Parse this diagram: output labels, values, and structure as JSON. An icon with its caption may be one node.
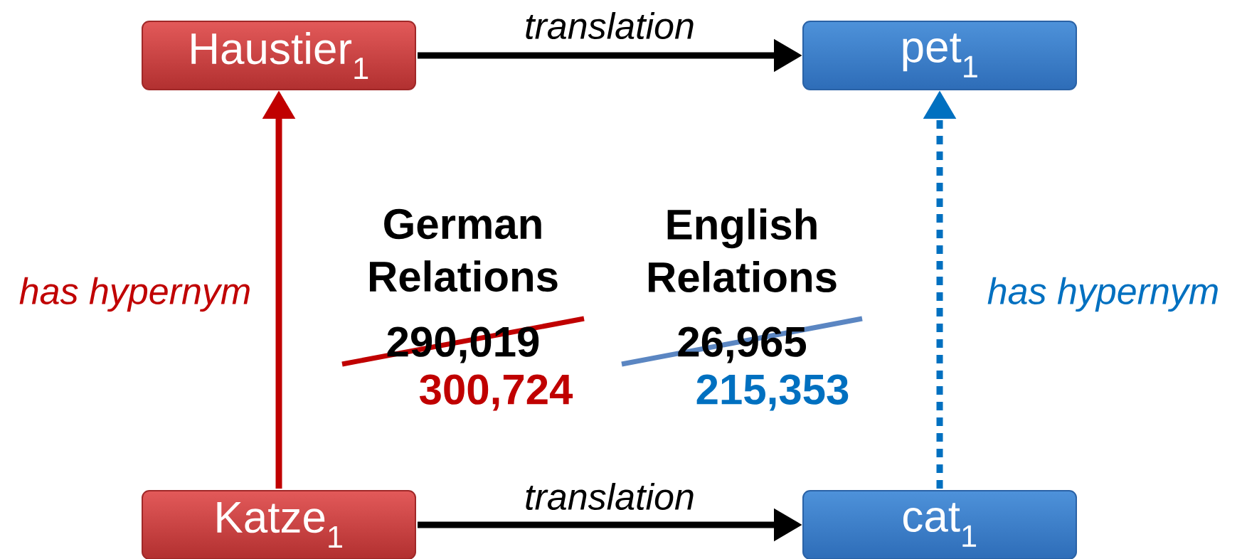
{
  "diagram": {
    "nodes": [
      {
        "text": [
          "Haustier$_{1}$"
        ]
      },
      {
        "text": [
          "pet$_{1}$"
        ]
      },
      {
        "text": [
          "Katze$_{1}$"
        ]
      },
      {
        "text": [
          "cat$_{1}$"
        ]
      }
    ],
    "edges": [
      {
        "from": 0,
        "to": 1,
        "arrow": "to",
        "label": "translation"
      },
      {
        "from": 2,
        "to": 3,
        "arrow": "to",
        "label": "translation"
      },
      {
        "from": 2,
        "to": 0,
        "arrow": "to",
        "label": "has hypernym",
        "color": "#c00000"
      },
      {
        "from": 3,
        "to": 1,
        "arrow": "to",
        "label": "has hypernym",
        "color": "#0070c0",
        "style": "dashed"
      }
    ],
    "labels": [
      "German Relations",
      "English Relations",
      "290,019",
      "26,965",
      "300,724",
      "215,353"
    ]
  }
}
